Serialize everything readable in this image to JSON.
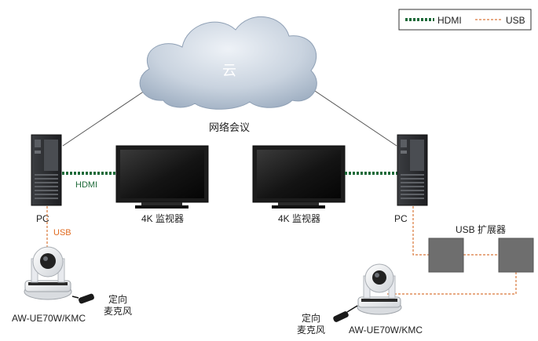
{
  "legend": {
    "hdmi": "HDMI",
    "usb": "USB"
  },
  "cloud": {
    "label": "云"
  },
  "network": {
    "label": "网络会议"
  },
  "left": {
    "pc_label": "PC",
    "hdmi_label": "HDMI",
    "usb_label": "USB",
    "monitor_label": "4K 监视器",
    "camera_label": "AW-UE70W/KMC",
    "mic_label_line1": "定向",
    "mic_label_line2": "麦克风"
  },
  "right": {
    "pc_label": "PC",
    "monitor_label": "4K 监视器",
    "hub_label": "USB 扩展器",
    "camera_label": "AW-UE70W/KMC",
    "mic_label_line1": "定向",
    "mic_label_line2": "麦克风"
  },
  "colors": {
    "hdmi_line": "#1f6b3a",
    "usb_line": "#d9773a",
    "usb_text": "#e06a1f",
    "hdmi_text": "#1f6b3a",
    "pc_body": "#2b2d30",
    "monitor_bezel": "#1c1c1c",
    "hub_box": "#6e6e6e",
    "cloud_fill": "#b9c6d6"
  }
}
